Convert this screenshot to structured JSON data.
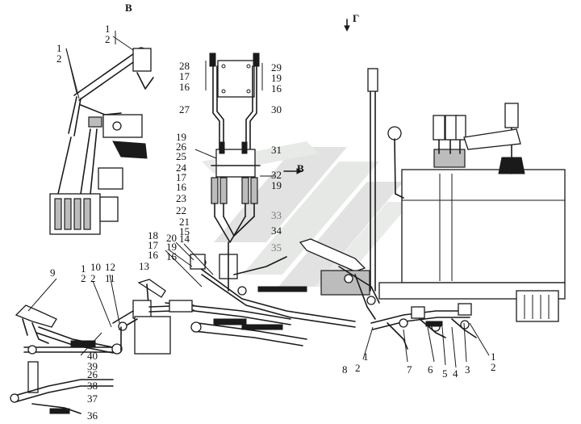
{
  "views": {
    "top_left": "В",
    "top_right": "Г",
    "right_middle": "В"
  },
  "colors": {
    "ink": "#1a1a1a",
    "watermark": "#d9dcd9",
    "gray_callouts": "#7a7a7a"
  },
  "watermark_icon": "diagonal-stripes-logo",
  "callouts": [
    {
      "id": "c-1-2-topleft-a",
      "text": "1"
    },
    {
      "id": "c-1-2-topleft-b",
      "text": "2"
    },
    {
      "id": "c-1-left-a",
      "text": "1"
    },
    {
      "id": "c-2-left-b",
      "text": "2"
    },
    {
      "id": "c-28",
      "text": "28"
    },
    {
      "id": "c-17a",
      "text": "17"
    },
    {
      "id": "c-16a",
      "text": "16"
    },
    {
      "id": "c-29",
      "text": "29"
    },
    {
      "id": "c-19a",
      "text": "19"
    },
    {
      "id": "c-16b",
      "text": "16"
    },
    {
      "id": "c-27",
      "text": "27"
    },
    {
      "id": "c-30",
      "text": "30"
    },
    {
      "id": "c-19b",
      "text": "19"
    },
    {
      "id": "c-26a",
      "text": "26"
    },
    {
      "id": "c-25",
      "text": "25"
    },
    {
      "id": "c-31",
      "text": "31"
    },
    {
      "id": "c-24",
      "text": "24"
    },
    {
      "id": "c-17b",
      "text": "17"
    },
    {
      "id": "c-16c",
      "text": "16"
    },
    {
      "id": "c-32",
      "text": "32"
    },
    {
      "id": "c-19c",
      "text": "19"
    },
    {
      "id": "c-23",
      "text": "23"
    },
    {
      "id": "c-22",
      "text": "22"
    },
    {
      "id": "c-33",
      "text": "33"
    },
    {
      "id": "c-21",
      "text": "21"
    },
    {
      "id": "c-34",
      "text": "34"
    },
    {
      "id": "c-15",
      "text": "15"
    },
    {
      "id": "c-18",
      "text": "18"
    },
    {
      "id": "c-20",
      "text": "20"
    },
    {
      "id": "c-14",
      "text": "14"
    },
    {
      "id": "c-17c",
      "text": "17"
    },
    {
      "id": "c-19d",
      "text": "19"
    },
    {
      "id": "c-35",
      "text": "35"
    },
    {
      "id": "c-16d",
      "text": "16"
    },
    {
      "id": "c-16e",
      "text": "16"
    },
    {
      "id": "c-13",
      "text": "13"
    },
    {
      "id": "c-9",
      "text": "9"
    },
    {
      "id": "c-1-bl",
      "text": "1"
    },
    {
      "id": "c-2-bl",
      "text": "2"
    },
    {
      "id": "c-10",
      "text": "10"
    },
    {
      "id": "c-2-bl2",
      "text": "2"
    },
    {
      "id": "c-12",
      "text": "12"
    },
    {
      "id": "c-11",
      "text": "11"
    },
    {
      "id": "c-40",
      "text": "40"
    },
    {
      "id": "c-39",
      "text": "39"
    },
    {
      "id": "c-26b",
      "text": "26"
    },
    {
      "id": "c-38",
      "text": "38"
    },
    {
      "id": "c-37",
      "text": "37"
    },
    {
      "id": "c-36",
      "text": "36"
    },
    {
      "id": "c-1-b8",
      "text": "1"
    },
    {
      "id": "c-8",
      "text": "8"
    },
    {
      "id": "c-2-b8",
      "text": "2"
    },
    {
      "id": "c-7",
      "text": "7"
    },
    {
      "id": "c-6",
      "text": "6"
    },
    {
      "id": "c-5",
      "text": "5"
    },
    {
      "id": "c-4",
      "text": "4"
    },
    {
      "id": "c-3",
      "text": "3"
    },
    {
      "id": "c-1-br",
      "text": "1"
    },
    {
      "id": "c-2-br",
      "text": "2"
    }
  ]
}
